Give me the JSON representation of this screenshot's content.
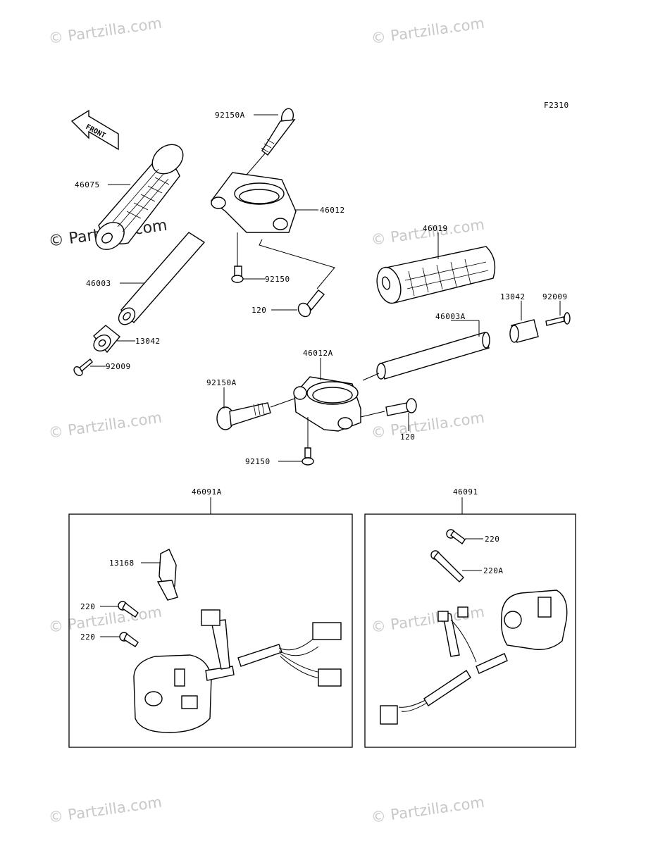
{
  "diagram_code": "F2310",
  "front_label": "FRONT",
  "watermark": "© Partzilla.com",
  "labels": {
    "p92150A_top": "92150A",
    "p46075": "46075",
    "p46012": "46012",
    "p46003": "46003",
    "p92150_top": "92150",
    "p120_top": "120",
    "p13042_left": "13042",
    "p92009_left": "92009",
    "p46019": "46019",
    "p13042_right": "13042",
    "p92009_right": "92009",
    "p46003A": "46003A",
    "p46012A": "46012A",
    "p92150A_mid": "92150A",
    "p120_mid": "120",
    "p92150_mid": "92150",
    "p46091A": "46091A",
    "p46091": "46091",
    "p13168": "13168",
    "p220_a": "220",
    "p220_b": "220",
    "p220_right": "220",
    "p220A_right": "220A"
  }
}
